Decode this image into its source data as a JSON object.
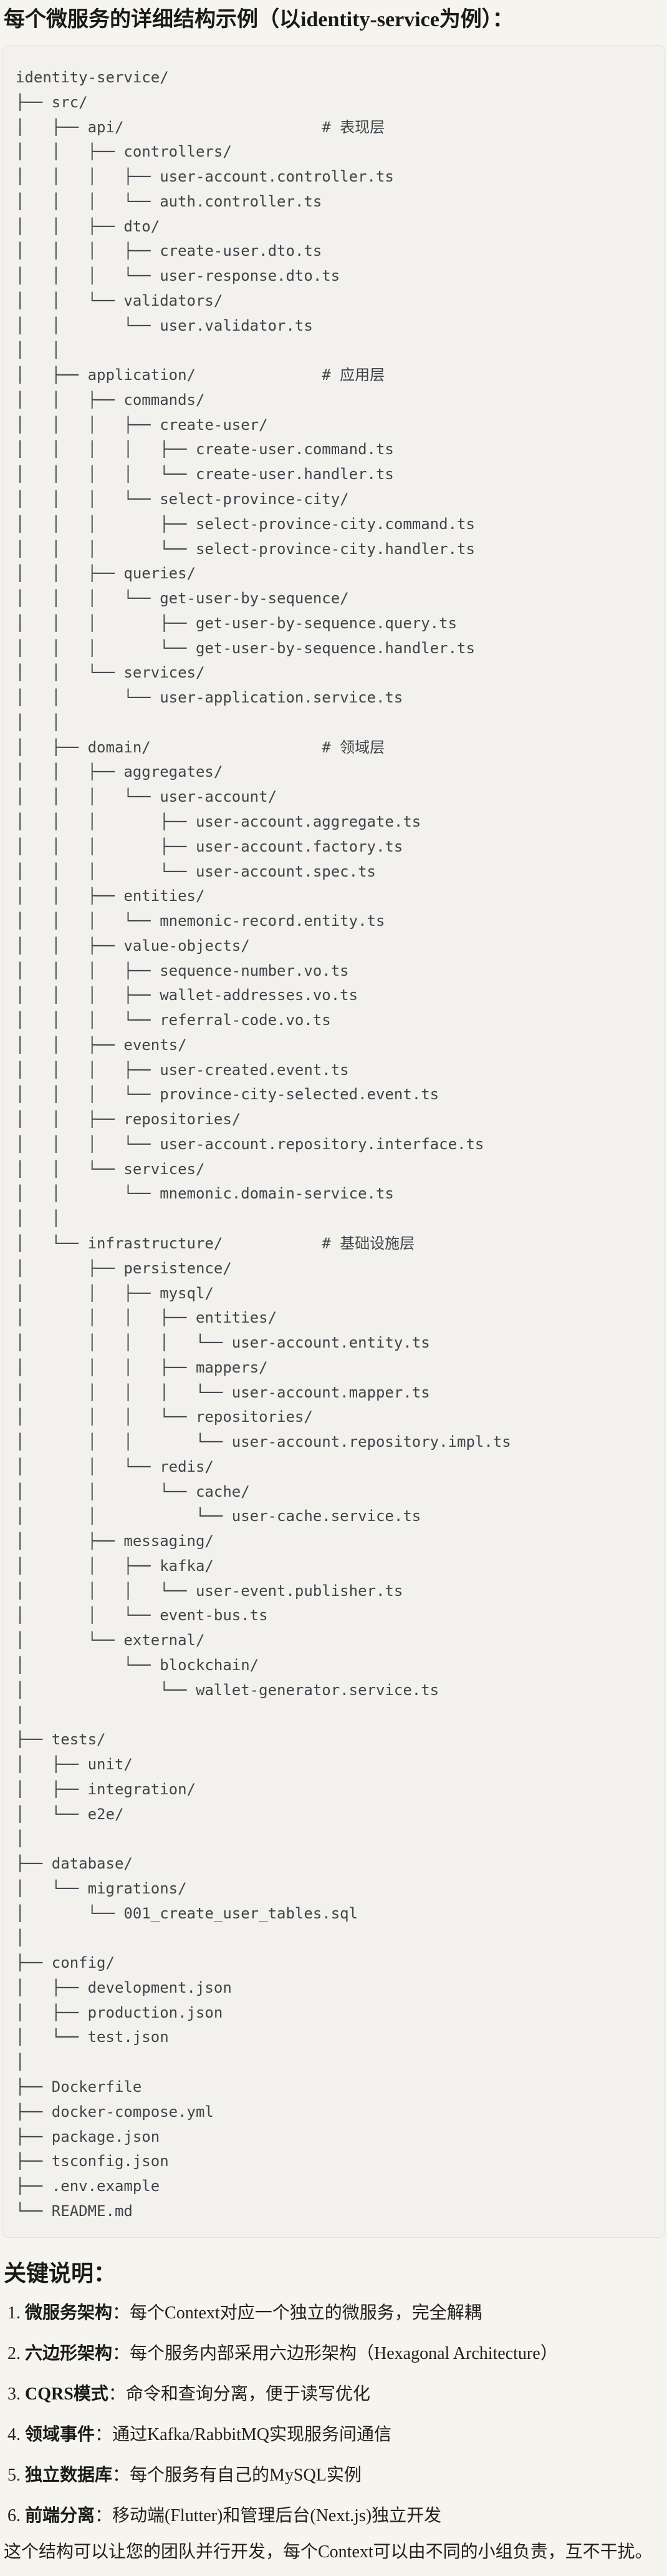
{
  "header": {
    "title": "每个微服务的详细结构示例（以identity-service为例）："
  },
  "code_block": {
    "tree_lines": [
      "identity-service/",
      "├── src/",
      "│   ├── api/                      # 表现层",
      "│   │   ├── controllers/",
      "│   │   │   ├── user-account.controller.ts",
      "│   │   │   └── auth.controller.ts",
      "│   │   ├── dto/",
      "│   │   │   ├── create-user.dto.ts",
      "│   │   │   └── user-response.dto.ts",
      "│   │   └── validators/",
      "│   │       └── user.validator.ts",
      "│   │",
      "│   ├── application/              # 应用层",
      "│   │   ├── commands/",
      "│   │   │   ├── create-user/",
      "│   │   │   │   ├── create-user.command.ts",
      "│   │   │   │   └── create-user.handler.ts",
      "│   │   │   └── select-province-city/",
      "│   │   │       ├── select-province-city.command.ts",
      "│   │   │       └── select-province-city.handler.ts",
      "│   │   ├── queries/",
      "│   │   │   └── get-user-by-sequence/",
      "│   │   │       ├── get-user-by-sequence.query.ts",
      "│   │   │       └── get-user-by-sequence.handler.ts",
      "│   │   └── services/",
      "│   │       └── user-application.service.ts",
      "│   │",
      "│   ├── domain/                   # 领域层",
      "│   │   ├── aggregates/",
      "│   │   │   └── user-account/",
      "│   │   │       ├── user-account.aggregate.ts",
      "│   │   │       ├── user-account.factory.ts",
      "│   │   │       └── user-account.spec.ts",
      "│   │   ├── entities/",
      "│   │   │   └── mnemonic-record.entity.ts",
      "│   │   ├── value-objects/",
      "│   │   │   ├── sequence-number.vo.ts",
      "│   │   │   ├── wallet-addresses.vo.ts",
      "│   │   │   └── referral-code.vo.ts",
      "│   │   ├── events/",
      "│   │   │   ├── user-created.event.ts",
      "│   │   │   └── province-city-selected.event.ts",
      "│   │   ├── repositories/",
      "│   │   │   └── user-account.repository.interface.ts",
      "│   │   └── services/",
      "│   │       └── mnemonic.domain-service.ts",
      "│   │",
      "│   └── infrastructure/           # 基础设施层",
      "│       ├── persistence/",
      "│       │   ├── mysql/",
      "│       │   │   ├── entities/",
      "│       │   │   │   └── user-account.entity.ts",
      "│       │   │   ├── mappers/",
      "│       │   │   │   └── user-account.mapper.ts",
      "│       │   │   └── repositories/",
      "│       │   │       └── user-account.repository.impl.ts",
      "│       │   └── redis/",
      "│       │       └── cache/",
      "│       │           └── user-cache.service.ts",
      "│       ├── messaging/",
      "│       │   ├── kafka/",
      "│       │   │   └── user-event.publisher.ts",
      "│       │   └── event-bus.ts",
      "│       └── external/",
      "│           └── blockchain/",
      "│               └── wallet-generator.service.ts",
      "│",
      "├── tests/",
      "│   ├── unit/",
      "│   ├── integration/",
      "│   └── e2e/",
      "│",
      "├── database/",
      "│   └── migrations/",
      "│       └── 001_create_user_tables.sql",
      "│",
      "├── config/",
      "│   ├── development.json",
      "│   ├── production.json",
      "│   └── test.json",
      "│",
      "├── Dockerfile",
      "├── docker-compose.yml",
      "├── package.json",
      "├── tsconfig.json",
      "├── .env.example",
      "└── README.md"
    ]
  },
  "notes": {
    "heading": "关键说明：",
    "items": [
      {
        "num": "1.",
        "term": "微服务架构",
        "colon": "：",
        "desc": "每个Context对应一个独立的微服务，完全解耦"
      },
      {
        "num": "2.",
        "term": "六边形架构",
        "colon": "：",
        "desc": "每个服务内部采用六边形架构（Hexagonal Architecture）"
      },
      {
        "num": "3.",
        "term": "CQRS模式",
        "colon": "：",
        "desc": "命令和查询分离，便于读写优化"
      },
      {
        "num": "4.",
        "term": "领域事件",
        "colon": "：",
        "desc": "通过Kafka/RabbitMQ实现服务间通信"
      },
      {
        "num": "5.",
        "term": "独立数据库",
        "colon": "：",
        "desc": "每个服务有自己的MySQL实例"
      },
      {
        "num": "6.",
        "term": "前端分离",
        "colon": "：",
        "desc": "移动端(Flutter)和管理后台(Next.js)独立开发"
      }
    ],
    "closing": "这个结构可以让您的团队并行开发，每个Context可以由不同的小组负责，互不干扰。"
  },
  "colors": {
    "page_bg": "#f6f4ee",
    "code_bg": "#f2f1ed",
    "code_border": "#e3e1db",
    "code_text": "#3f444a",
    "heading_text": "#191917",
    "body_text": "#21201c"
  }
}
